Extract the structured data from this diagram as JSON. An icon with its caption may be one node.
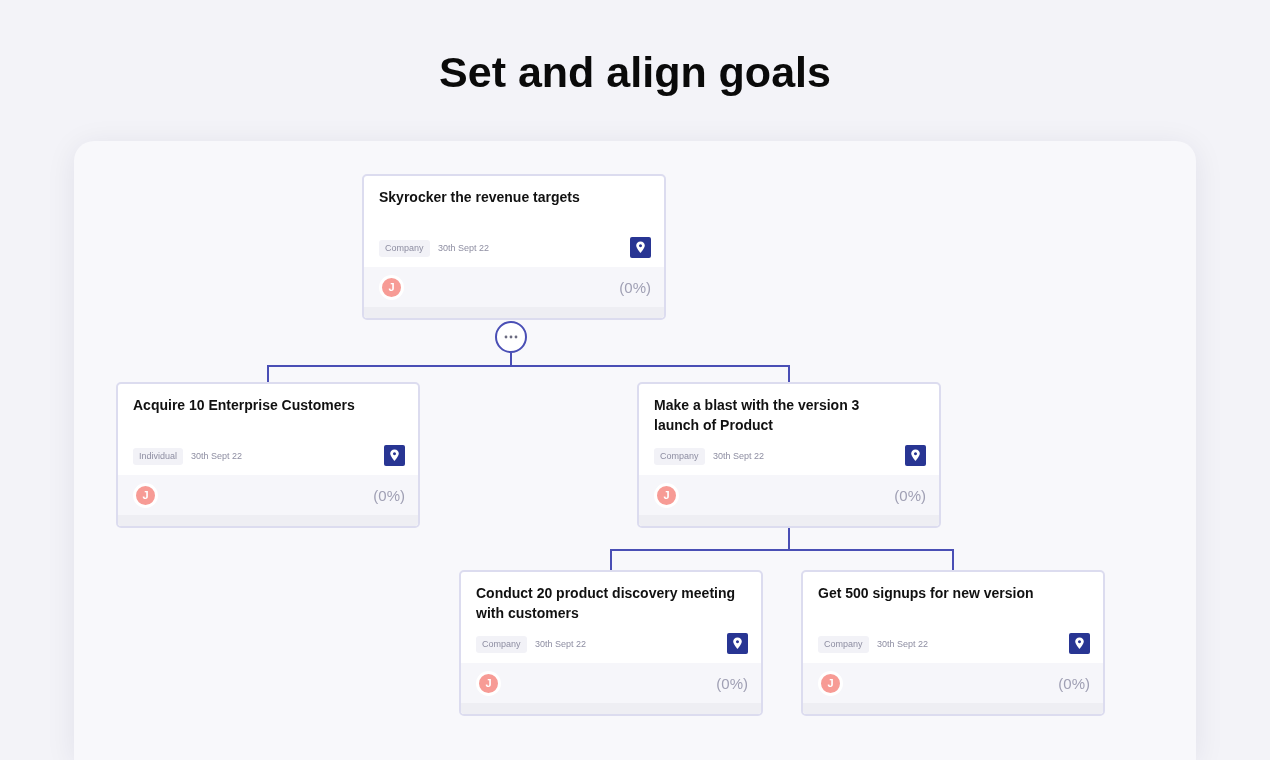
{
  "diagram": {
    "title": "Set and align goals",
    "nodes": [
      {
        "text": [
          "Skyrocker the revenue targets",
          "Company",
          "30th Sept 22",
          "J",
          "(0%)"
        ]
      },
      {
        "text": [],
        "shape": "circle"
      },
      {
        "text": [
          "Acquire 10 Enterprise Customers",
          "Individual",
          "30th Sept 22",
          "J",
          "(0%)"
        ]
      },
      {
        "text": [
          "Make a blast with the version 3 launch of Product",
          "Company",
          "30th Sept 22",
          "J",
          "(0%)"
        ]
      },
      {
        "text": [
          "Conduct 20 product discovery meeting with customers",
          "Company",
          "30th Sept 22",
          "J",
          "(0%)"
        ]
      },
      {
        "text": [
          "Get 500 signups for new version",
          "Company",
          "30th Sept 22",
          "J",
          "(0%)"
        ]
      }
    ],
    "edges": [
      {
        "from": 1,
        "to": 2,
        "arrow": "none"
      },
      {
        "from": 1,
        "to": 3,
        "arrow": "none"
      },
      {
        "from": 3,
        "to": 4,
        "arrow": "none"
      },
      {
        "from": 3,
        "to": 5,
        "arrow": "none"
      }
    ]
  }
}
